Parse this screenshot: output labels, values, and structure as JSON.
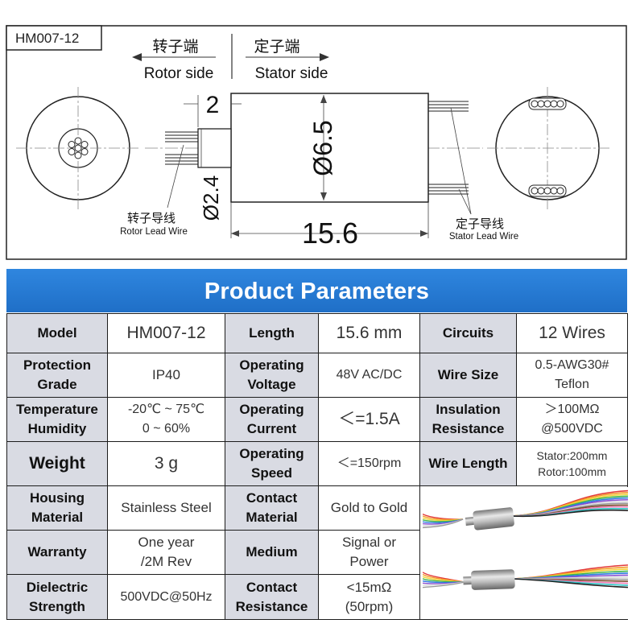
{
  "drawing": {
    "model_tag": "HM007-12",
    "rotor_side_cn": "转子端",
    "rotor_side_en": "Rotor side",
    "stator_side_cn": "定子端",
    "stator_side_en": "Stator side",
    "dim_shaft_length": "2",
    "dim_body_diameter": "Ø6.5",
    "dim_shaft_diameter": "Ø2.4",
    "dim_length": "15.6",
    "rotor_lead_cn": "转子导线",
    "rotor_lead_en": "Rotor Lead Wire",
    "stator_lead_cn": "定子导线",
    "stator_lead_en": "Stator Lead Wire"
  },
  "banner": {
    "title": "Product Parameters"
  },
  "params": {
    "model_label": "Model",
    "model_value": "HM007-12",
    "length_label": "Length",
    "length_value": "15.6 mm",
    "circuits_label": "Circuits",
    "circuits_value": "12 Wires",
    "protection_label": "Protection\nGrade",
    "protection_value": "IP40",
    "voltage_label": "Operating\nVoltage",
    "voltage_value": "48V AC/DC",
    "wiresize_label": "Wire Size",
    "wiresize_value": "0.5-AWG30#\nTeflon",
    "temp_label": "Temperature\nHumidity",
    "temp_value": "-20℃ ~ 75℃\n0 ~ 60%",
    "current_label": "Operating\nCurrent",
    "current_value": "＜=1.5A",
    "insulation_label": "Insulation\nResistance",
    "insulation_value": "＞100MΩ\n@500VDC",
    "weight_label": "Weight",
    "weight_value": "3 g",
    "speed_label": "Operating\nSpeed",
    "speed_value": "＜=150rpm",
    "wirelength_label": "Wire Length",
    "wirelength_value": "Stator:200mm\nRotor:100mm",
    "housing_label": "Housing\nMaterial",
    "housing_value": "Stainless Steel",
    "contact_material_label": "Contact\nMaterial",
    "contact_material_value": "Gold to Gold",
    "warranty_label": "Warranty",
    "warranty_value": "One year\n/2M Rev",
    "medium_label": "Medium",
    "medium_value": "Signal or\nPower",
    "dielectric_label": "Dielectric\nStrength",
    "dielectric_value": "500VDC@50Hz",
    "contact_res_label": "Contact\nResistance",
    "contact_res_value": "<15mΩ\n(50rpm)"
  },
  "colors": {
    "banner": "#1f6fc7",
    "label_cell": "#d9dbe3",
    "wire_colors": [
      "#e33b3b",
      "#f39b2a",
      "#f2d33a",
      "#3fb64a",
      "#2f7de0",
      "#8a4fd0",
      "#ffffff",
      "#999999",
      "#7a4a2a",
      "#f07bb5",
      "#2ec4c4",
      "#222222"
    ]
  }
}
